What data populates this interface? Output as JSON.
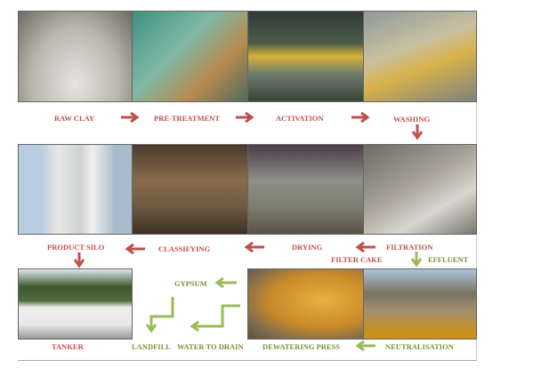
{
  "steps": {
    "raw_clay": "RAW CLAY",
    "pre_treatment": "PRE-TREATMENT",
    "activation": "ACTIVATION",
    "washing": "WASHING",
    "filtration": "FILTRATION",
    "drying": "DRYING",
    "classifying": "CLASSIFYING",
    "product_silo": "PRODUCT SILO",
    "filter_cake": "FILTER CAKE",
    "effluent": "EFFLUENT",
    "tanker": "TANKER",
    "gypsum": "GYPSUM",
    "landfill": "LANDFILL",
    "water_to_drain": "WATER TO DRAIN",
    "dewatering_press": "DEWATERING PRESS",
    "neutralisation": "NEUTRALISATION"
  },
  "colors": {
    "product_flow": "#c0504d",
    "waste_flow": "#9bbb59"
  }
}
